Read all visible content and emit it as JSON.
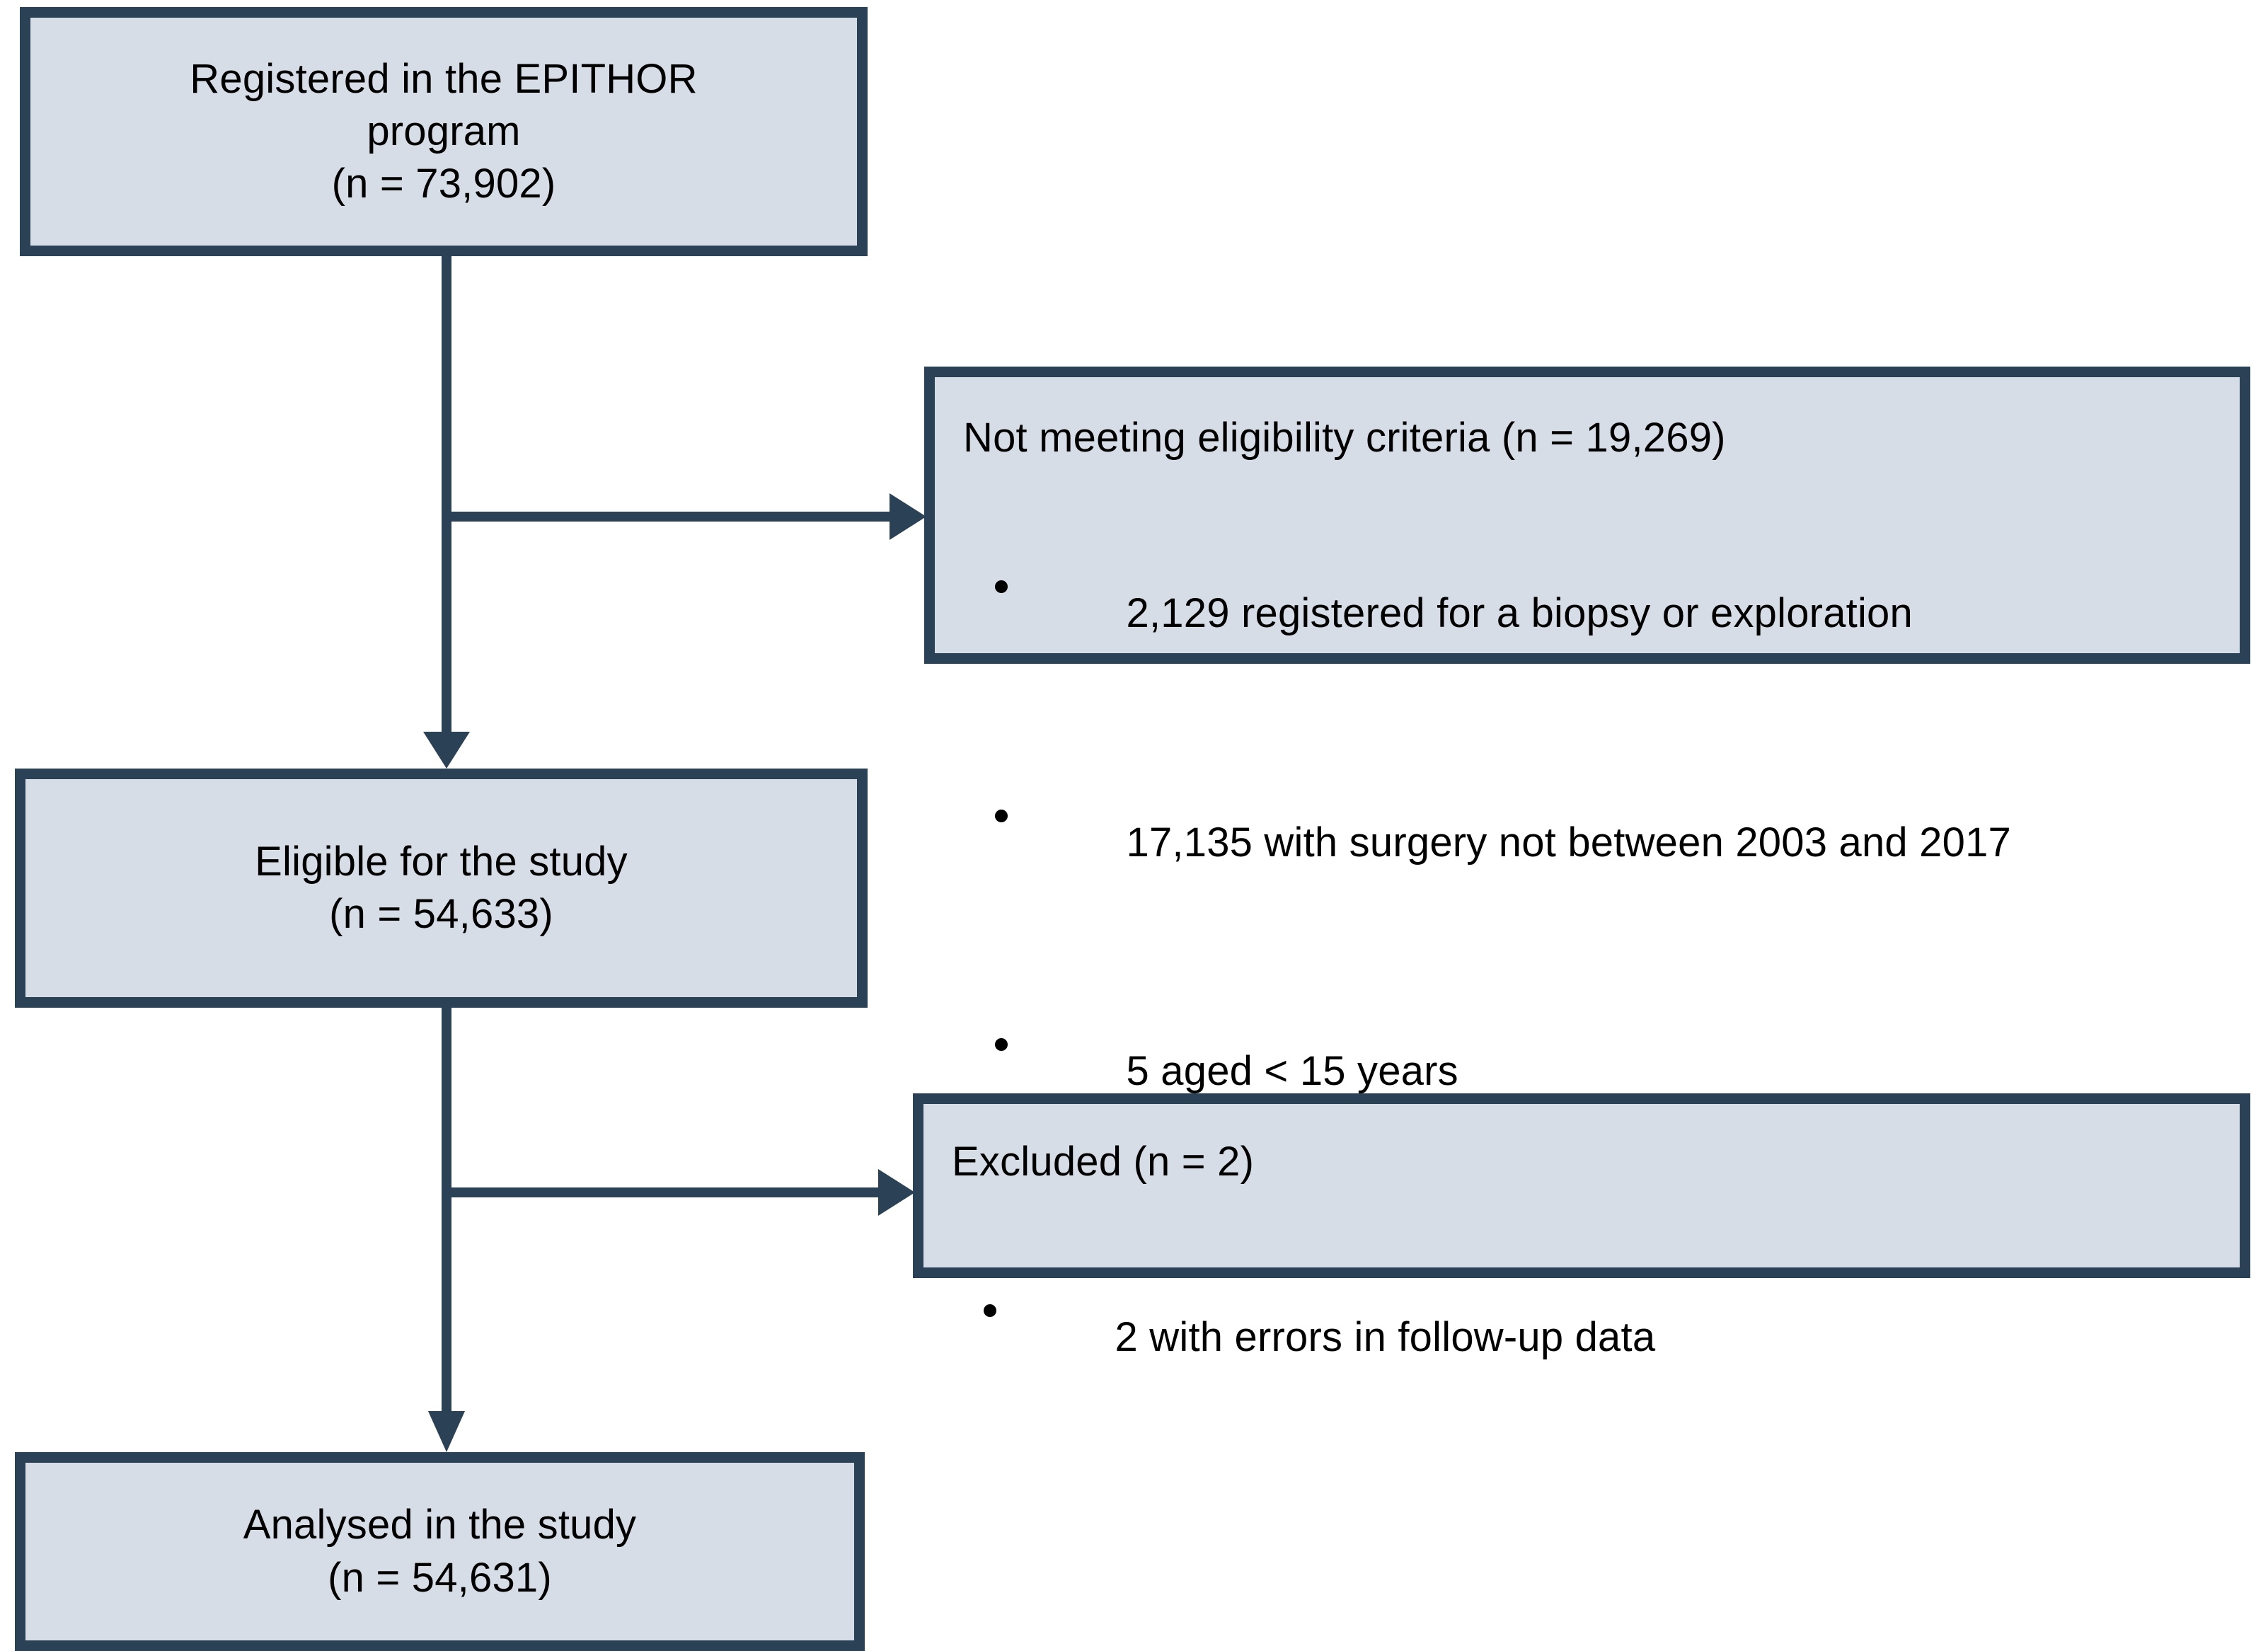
{
  "diagram": {
    "type": "consort-flow-diagram",
    "title": "Study participant flow",
    "colors": {
      "box_fill": "#d6dde6",
      "box_border": "#2b4256",
      "connector": "#2b4256",
      "text": "#000000",
      "page_background": "#ffffff"
    },
    "nodes": {
      "registered": {
        "id": "registered",
        "lines": [
          "Registered in the EPITHOR",
          "program",
          "(n = 73,902)"
        ],
        "n": "73,902",
        "align": "center"
      },
      "not_eligible": {
        "id": "not-eligible",
        "heading": "Not meeting eligibility criteria (n = 19,269)",
        "n": "19,269",
        "bullets": [
          "2,129 registered for a biopsy or exploration",
          "17,135 with surgery not between 2003 and 2017",
          "5 aged < 15 years"
        ],
        "align": "left"
      },
      "eligible": {
        "id": "eligible",
        "lines": [
          "Eligible for the study",
          "(n = 54,633)"
        ],
        "n": "54,633",
        "align": "center"
      },
      "excluded": {
        "id": "excluded",
        "heading": "Excluded (n = 2)",
        "n": "2",
        "bullets": [
          "2 with errors in follow-up data"
        ],
        "align": "left"
      },
      "analysed": {
        "id": "analysed",
        "lines": [
          "Analysed in the study",
          "(n = 54,631)"
        ],
        "n": "54,631",
        "align": "center"
      }
    },
    "edges": [
      {
        "from": "registered",
        "to": "not_eligible",
        "direction": "right"
      },
      {
        "from": "registered",
        "to": "eligible",
        "direction": "down"
      },
      {
        "from": "eligible",
        "to": "excluded",
        "direction": "right"
      },
      {
        "from": "eligible",
        "to": "analysed",
        "direction": "down"
      }
    ]
  }
}
